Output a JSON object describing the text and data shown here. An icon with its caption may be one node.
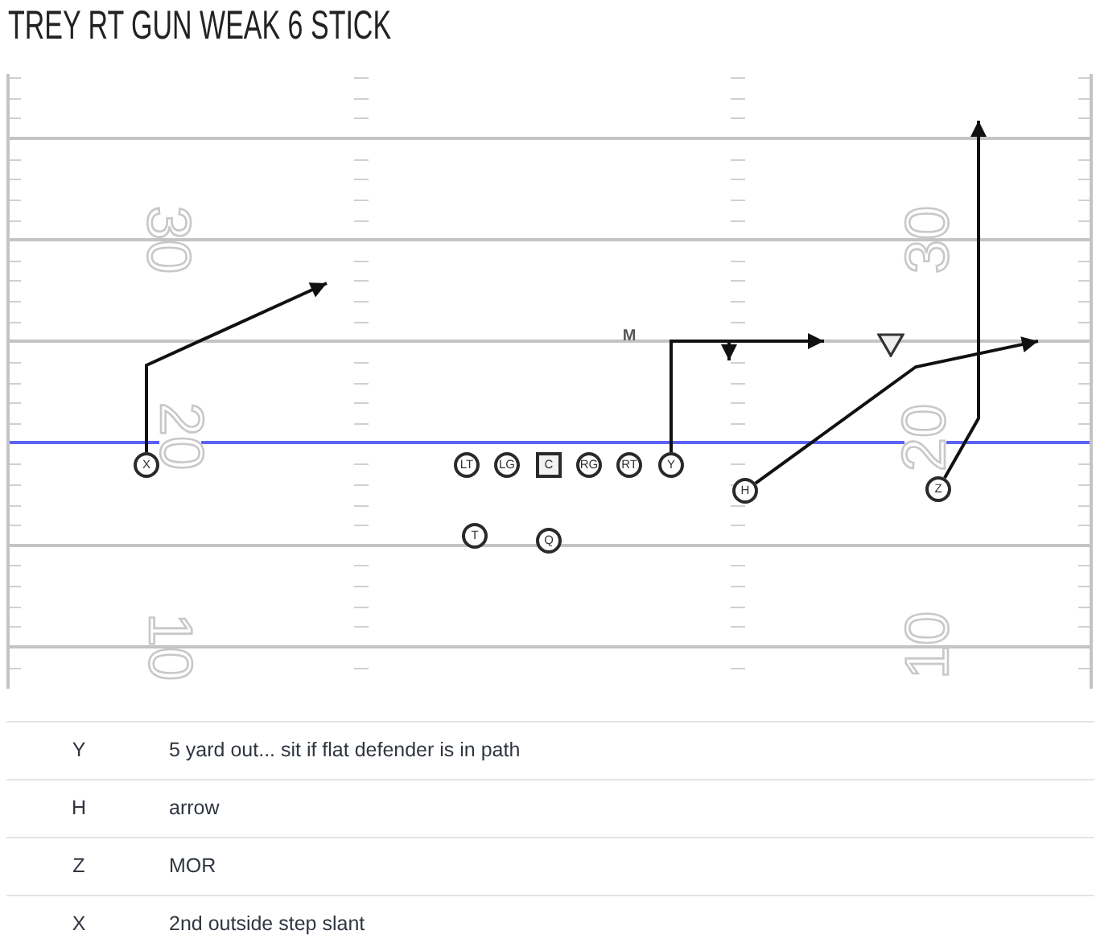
{
  "diagram": {
    "title": "TREY RT GUN WEAK 6 STICK",
    "nodes": [
      {
        "text": [],
        "shape": "triangle"
      },
      {
        "text": [
          "X"
        ]
      },
      {
        "text": [
          "LT"
        ]
      },
      {
        "text": [
          "LG"
        ]
      },
      {
        "text": [
          "C"
        ]
      },
      {
        "text": [
          "RG"
        ]
      },
      {
        "text": [
          "RT"
        ]
      },
      {
        "text": [
          "Y"
        ]
      },
      {
        "text": [
          "H"
        ]
      },
      {
        "text": [
          "Z"
        ]
      },
      {
        "text": [
          "T"
        ]
      },
      {
        "text": [
          "Q"
        ]
      }
    ],
    "edges": [
      {
        "from": 1,
        "to": null,
        "arrow": "to"
      },
      {
        "from": 7,
        "to": null,
        "arrow": "to"
      },
      {
        "from": 7,
        "to": null,
        "arrow": "to"
      },
      {
        "from": 8,
        "to": null,
        "arrow": "to"
      },
      {
        "from": 9,
        "to": null,
        "arrow": "to"
      }
    ],
    "labels": [
      "30",
      "30",
      "M",
      "20",
      "20",
      "10",
      "10",
      "Y",
      "5 yard out... sit if flat defender is in path",
      "H",
      "arrow",
      "Z",
      "MOR",
      "X",
      "2nd outside step slant"
    ]
  }
}
